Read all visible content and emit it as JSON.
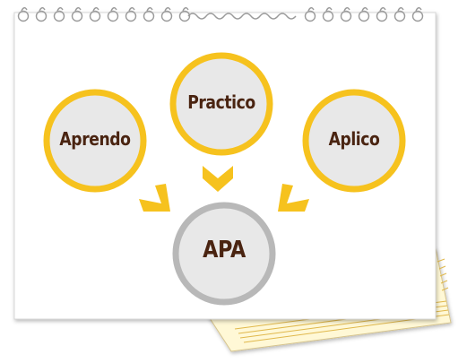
{
  "diagram": {
    "nodes": [
      {
        "id": "aprendo",
        "label": "Aprendo",
        "role": "input"
      },
      {
        "id": "practico",
        "label": "Practico",
        "role": "input"
      },
      {
        "id": "aplico",
        "label": "Aplico",
        "role": "input"
      },
      {
        "id": "apa",
        "label": "APA",
        "role": "result"
      }
    ],
    "arrows": [
      {
        "from": "aprendo",
        "to": "apa"
      },
      {
        "from": "practico",
        "to": "apa"
      },
      {
        "from": "aplico",
        "to": "apa"
      }
    ]
  },
  "colors": {
    "input_ring": "#f6c21e",
    "result_ring": "#b8b8b8",
    "circle_fill": "#e8e8e8",
    "label_text": "#4a2411",
    "arrow": "#f6c21e",
    "notepad_paper": "#fff8d6",
    "notepad_lines": "#e0b84c"
  },
  "decor": {
    "background": "spiral notebook page with a lined notepad peeking underneath",
    "spiral_icon": "binding-ring-icon"
  }
}
